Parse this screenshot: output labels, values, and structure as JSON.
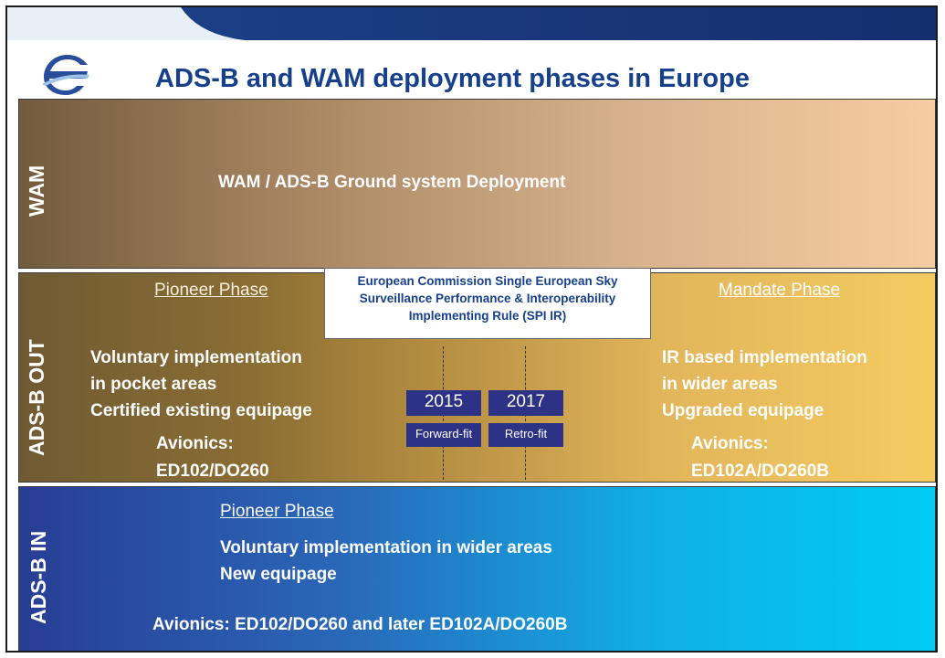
{
  "title": "ADS-B and WAM deployment phases in Europe",
  "colors": {
    "title": "#17408c",
    "year_box": "#2e3287",
    "header_blue": "#17408c"
  },
  "icons": {
    "logo": "eurocontrol-logo-icon"
  },
  "wam": {
    "label": "WAM",
    "text": "WAM / ADS-B Ground system Deployment"
  },
  "ads_b_out": {
    "label": "ADS-B  OUT",
    "pioneer_heading": "Pioneer Phase",
    "mandate_heading": "Mandate Phase",
    "ec_box": {
      "line1": "European Commission Single European Sky",
      "line2": "Surveillance Performance & Interoperability",
      "line3": "Implementing Rule (SPI IR)"
    },
    "left_lines": [
      "Voluntary implementation",
      "in pocket areas",
      "Certified existing equipage"
    ],
    "left_avionics": [
      "Avionics:",
      "ED102/DO260"
    ],
    "right_lines": [
      "IR based implementation",
      "in wider areas",
      "Upgraded equipage"
    ],
    "right_avionics": [
      "Avionics:",
      "ED102A/DO260B"
    ],
    "milestones": [
      {
        "year": "2015",
        "fit": "Forward-fit"
      },
      {
        "year": "2017",
        "fit": "Retro-fit"
      }
    ]
  },
  "ads_b_in": {
    "label": "ADS-B IN",
    "pioneer_heading": "Pioneer Phase",
    "lines": [
      "Voluntary implementation in wider areas",
      "New equipage"
    ],
    "avionics": "Avionics: ED102/DO260 and later ED102A/DO260B"
  }
}
